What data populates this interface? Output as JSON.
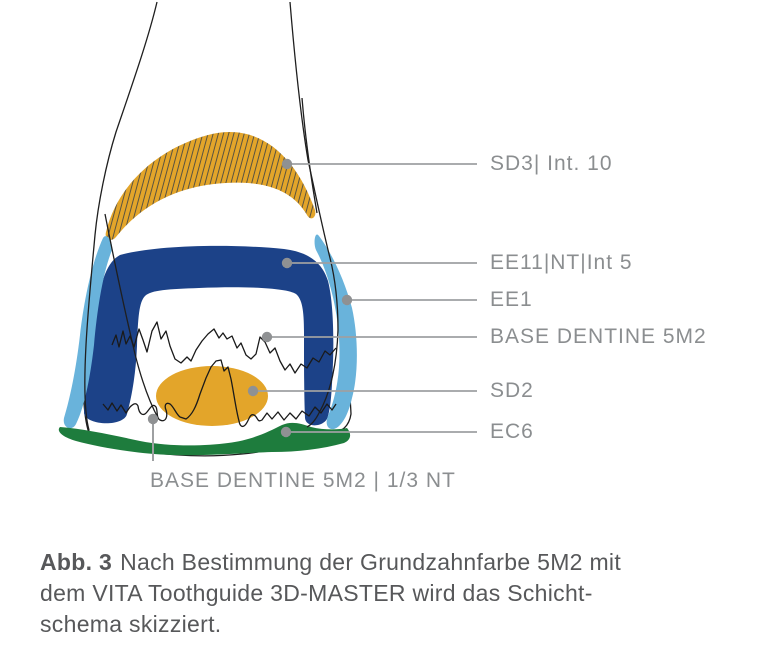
{
  "diagram": {
    "labels": [
      {
        "id": "sd3",
        "text": "SD3| Int. 10"
      },
      {
        "id": "ee11",
        "text": "EE11|NT|Int 5"
      },
      {
        "id": "ee1",
        "text": "EE1"
      },
      {
        "id": "base",
        "text": "BASE DENTINE 5M2"
      },
      {
        "id": "sd2",
        "text": "SD2"
      },
      {
        "id": "ec6",
        "text": "EC6"
      }
    ],
    "bottom_label": "BASE DENTINE 5M2 | 1/3 NT"
  },
  "caption": {
    "prefix": "Abb. 3",
    "line1": "Nach Bestimmung der Grundzahnfarbe 5M2 mit",
    "line2": "dem VITA Toothguide 3D-MASTER wird das Schicht-",
    "line3": "schema skizziert."
  },
  "colors": {
    "enamel_navy": "#1C4288",
    "enamel_light_blue": "#69B3DB",
    "dentine_gold": "#E3A52A",
    "hatch_line": "#5a5340",
    "cervical_green": "#1E7C3D",
    "outline_black": "#1f1f1f",
    "label_gray": "#8B8E90",
    "leader_gray": "#9EA0A2",
    "leader_dot_gray": "#8F9193",
    "caption_gray": "#57585A"
  }
}
